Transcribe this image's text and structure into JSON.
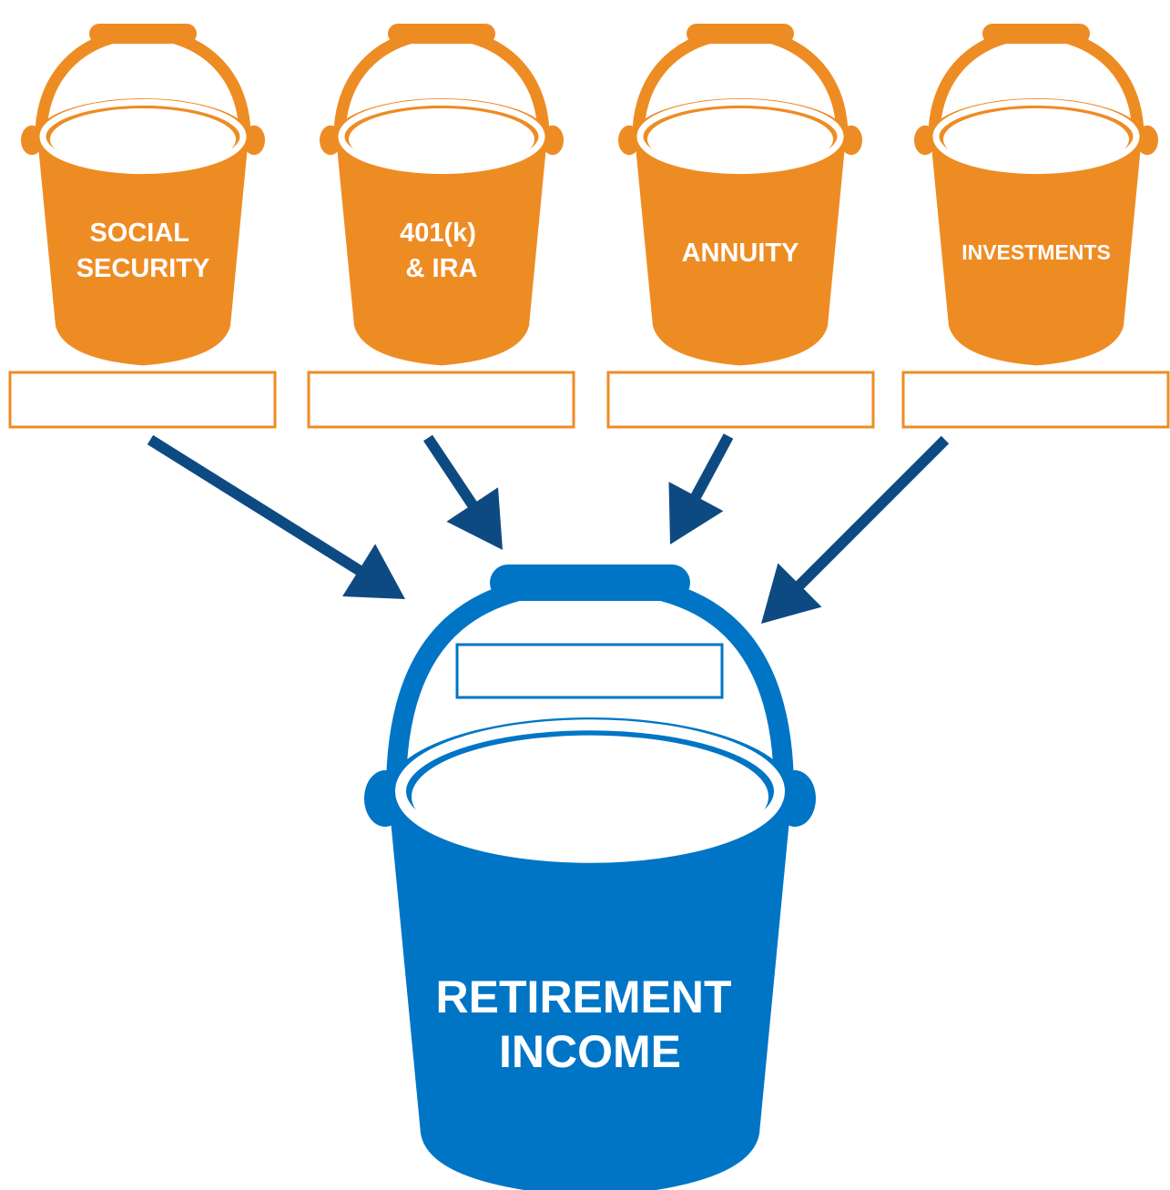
{
  "colors": {
    "source_bucket": "#EE8C24",
    "target_bucket": "#0075C6",
    "arrow": "#0D4A82",
    "background": "#FFFFFF"
  },
  "source_buckets": [
    {
      "id": "social-security",
      "lines": [
        "SOCIAL",
        "SECURITY"
      ],
      "amount": ""
    },
    {
      "id": "401k-ira",
      "lines": [
        "401(k)",
        "& IRA"
      ],
      "amount": ""
    },
    {
      "id": "annuity",
      "lines": [
        "ANNUITY"
      ],
      "amount": ""
    },
    {
      "id": "investments",
      "lines": [
        "INVESTMENTS"
      ],
      "amount": ""
    }
  ],
  "target_bucket": {
    "id": "retirement-income",
    "lines": [
      "RETIREMENT",
      "INCOME"
    ],
    "amount": ""
  },
  "icons": [
    "bucket-icon",
    "arrow-icon"
  ]
}
